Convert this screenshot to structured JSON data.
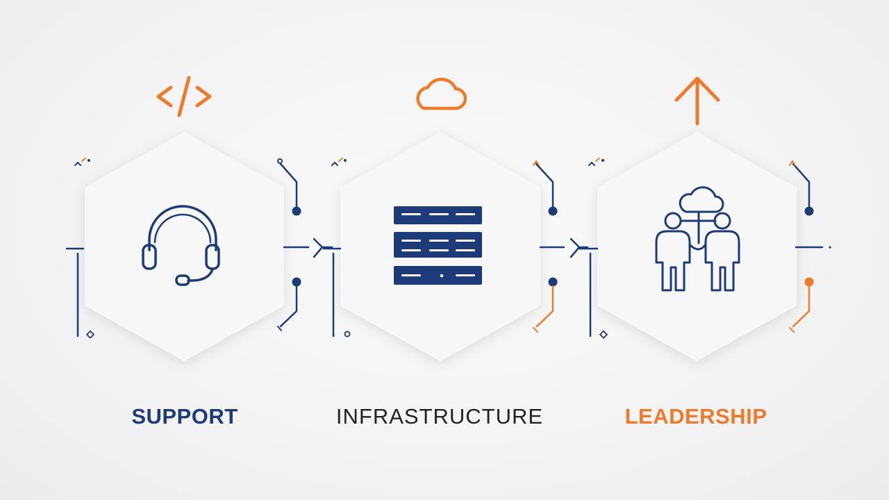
{
  "colors": {
    "navy": "#1d3b78",
    "orange": "#ee7a2c",
    "dark": "#222222",
    "hex_fill": "#f6f6f6"
  },
  "stages": [
    {
      "label": "SUPPORT",
      "top_icon": "code-icon",
      "center_icon": "headset-icon",
      "label_color": "#1d3b78"
    },
    {
      "label": "INFRASTRUCTURE",
      "top_icon": "cloud-icon",
      "center_icon": "server-rack-icon",
      "label_color": "#222222"
    },
    {
      "label": "LEADERSHIP",
      "top_icon": "arrow-up-icon",
      "center_icon": "team-cloud-icon",
      "label_color": "#ee7a2c"
    }
  ],
  "connectors": [
    "connector-support-to-infrastructure",
    "connector-infrastructure-to-leadership"
  ]
}
